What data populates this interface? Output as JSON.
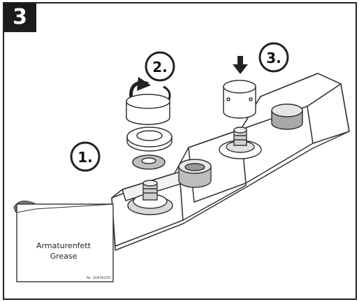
{
  "step_number": "3",
  "steps": [
    {
      "label": "1."
    },
    {
      "label": "2."
    },
    {
      "label": "3."
    }
  ],
  "grease_package": {
    "line1": "Armaturenfett",
    "line2": "Grease",
    "part_number": "Nr. 10476220"
  }
}
